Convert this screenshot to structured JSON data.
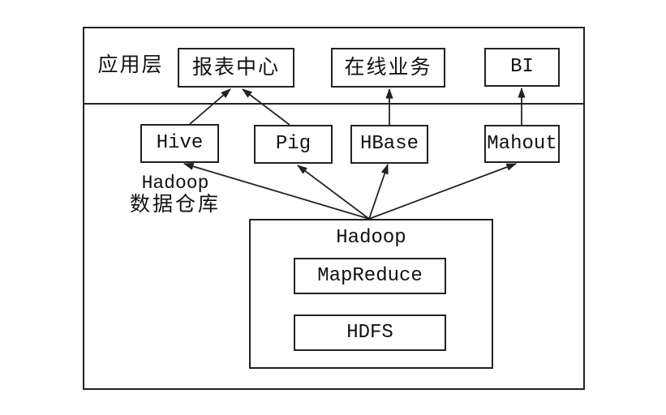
{
  "diagram": {
    "title_hint": "Hadoop ecosystem architecture",
    "colors": {
      "stroke": "#222222",
      "text": "#111111",
      "background": "#ffffff"
    },
    "application_layer": {
      "label": "应用层",
      "nodes": {
        "report_center": "报表中心",
        "online_business": "在线业务",
        "bi": "BI"
      }
    },
    "tool_layer": {
      "nodes": {
        "hive": "Hive",
        "pig": "Pig",
        "hbase": "HBase",
        "mahout": "Mahout"
      },
      "warehouse_annotation": {
        "line1": "Hadoop",
        "line2": "数据仓库"
      }
    },
    "hadoop_core": {
      "label": "Hadoop",
      "nodes": {
        "mapreduce": "MapReduce",
        "hdfs": "HDFS"
      }
    },
    "edges": [
      {
        "from": "Hive",
        "to": "报表中心"
      },
      {
        "from": "Pig",
        "to": "报表中心"
      },
      {
        "from": "HBase",
        "to": "在线业务"
      },
      {
        "from": "Mahout",
        "to": "BI"
      },
      {
        "from": "Hadoop",
        "to": "Hive"
      },
      {
        "from": "Hadoop",
        "to": "Pig"
      },
      {
        "from": "Hadoop",
        "to": "HBase"
      },
      {
        "from": "Hadoop",
        "to": "Mahout"
      }
    ]
  }
}
